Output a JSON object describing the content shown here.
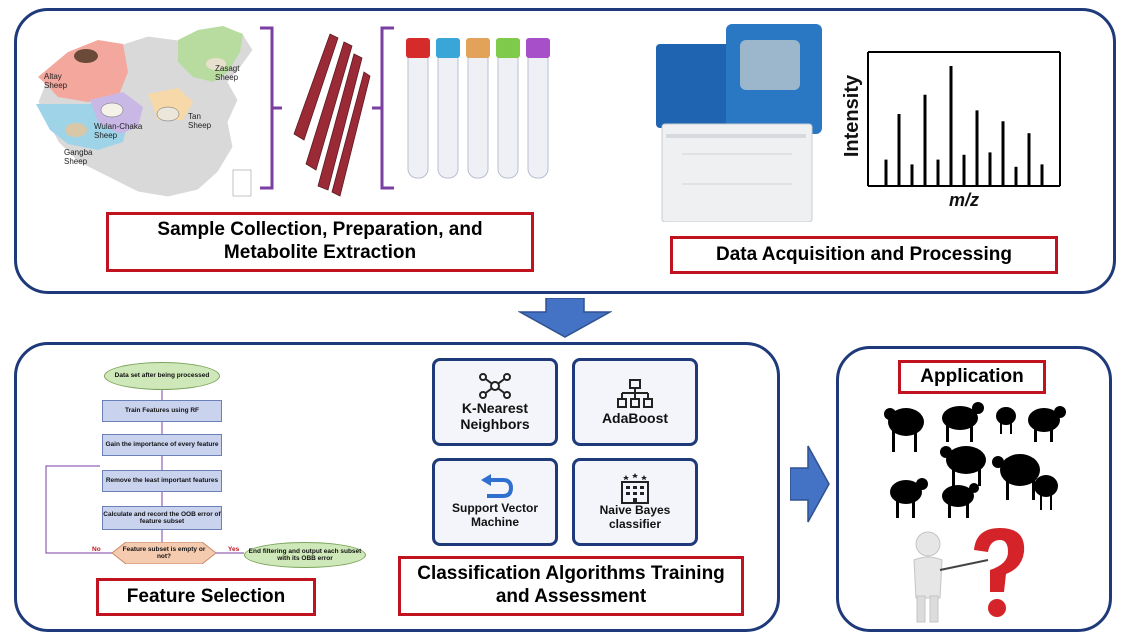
{
  "top_left": {
    "map_labels": {
      "altay": "Altay\nSheep",
      "zasagt": "Zasagt\nSheep",
      "wulan": "Wulan-Chaka\nSheep",
      "tan": "Tan\nSheep",
      "gangba": "Gangba\nSheep"
    },
    "title": "Sample Collection, Preparation, and Metabolite Extraction"
  },
  "top_right": {
    "y_axis": "Intensity",
    "x_axis": "m/z",
    "spectrum_values": [
      0.22,
      0.6,
      0.18,
      0.76,
      0.22,
      1.0,
      0.26,
      0.63,
      0.28,
      0.54,
      0.16,
      0.44,
      0.18
    ],
    "title": "Data Acquisition and Processing"
  },
  "feature_selection": {
    "nodes": {
      "start": "Data set after being processed",
      "train": "Train Features using RF",
      "importance": "Gain the importance of every feature",
      "remove": "Remove the least important features",
      "calc": "Calculate and record the OOB error of feature subset",
      "decision": "Feature subset is empty or not?",
      "end": "End filtering and output each subset with its OBB error"
    },
    "no": "No",
    "yes": "Yes",
    "title": "Feature Selection"
  },
  "classification": {
    "algorithms": {
      "knn": "K-Nearest Neighbors",
      "adaboost": "AdaBoost",
      "svm": "Support Vector Machine",
      "nb": "Naive Bayes classifier"
    },
    "title": "Classification Algorithms Training and Assessment"
  },
  "application": {
    "title": "Application"
  },
  "colors": {
    "panel_border": "#1f3a7a",
    "label_border": "#c1121f",
    "arrow": "#4472c4",
    "bracket": "#7a3fa0"
  }
}
